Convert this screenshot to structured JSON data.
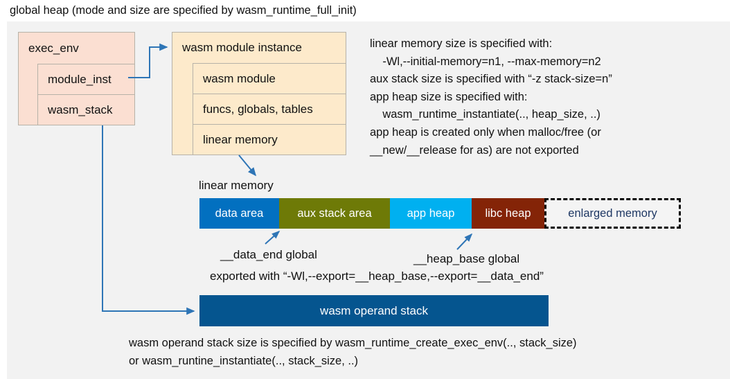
{
  "page": {
    "title": "global heap (mode and size are specified by wasm_runtime_full_init)",
    "panel_bg": "#f2f2f2"
  },
  "exec_env": {
    "header": "exec_env",
    "fill": "#fbdfd2",
    "rows": [
      {
        "label": "module_inst"
      },
      {
        "label": "wasm_stack"
      }
    ]
  },
  "wasm_module_instance": {
    "header": "wasm module instance",
    "fill": "#fdeacb",
    "rows": [
      {
        "label": "wasm module"
      },
      {
        "label": "funcs, globals, tables"
      },
      {
        "label": "linear memory"
      }
    ]
  },
  "info": {
    "text": "linear memory size is specified with:\n    -Wl,--initial-memory=n1, --max-memory=n2\naux stack size is specified with “-z stack-size=n”\napp heap size is specified with:\n    wasm_runtime_instantiate(.., heap_size, ..)\napp heap is created only when malloc/free (or\n__new/__release for as) are not exported"
  },
  "linear_memory": {
    "label": "linear memory",
    "segments": [
      {
        "label": "data area",
        "color": "#0270c0",
        "text_color": "#ffffff",
        "width": 115,
        "style": "solid"
      },
      {
        "label": "aux stack area",
        "color": "#6e7a07",
        "text_color": "#ffffff",
        "width": 160,
        "style": "solid"
      },
      {
        "label": "app heap",
        "color": "#00b0f0",
        "text_color": "#ffffff",
        "width": 118,
        "style": "solid"
      },
      {
        "label": "libc heap",
        "color": "#842407",
        "text_color": "#ffffff",
        "width": 105,
        "style": "solid"
      },
      {
        "label": "enlarged memory",
        "color": "#f4f4f4",
        "text_color": "#1f3864",
        "width": 197,
        "style": "dashed"
      }
    ]
  },
  "annotations": {
    "data_end": "__data_end global",
    "heap_base": "__heap_base global",
    "exported": "exported with “-Wl,--export=__heap_base,--export=__data_end”"
  },
  "operand_stack": {
    "label": "wasm operand stack",
    "color": "#05558f"
  },
  "footer": {
    "text": "wasm operand stack size is specified by wasm_runtime_create_exec_env(.., stack_size)\nor wasm_runtine_instantiate(.., stack_size, ..)"
  },
  "colors": {
    "arrow": "#2e75b6",
    "border": "#b6b2a8"
  }
}
